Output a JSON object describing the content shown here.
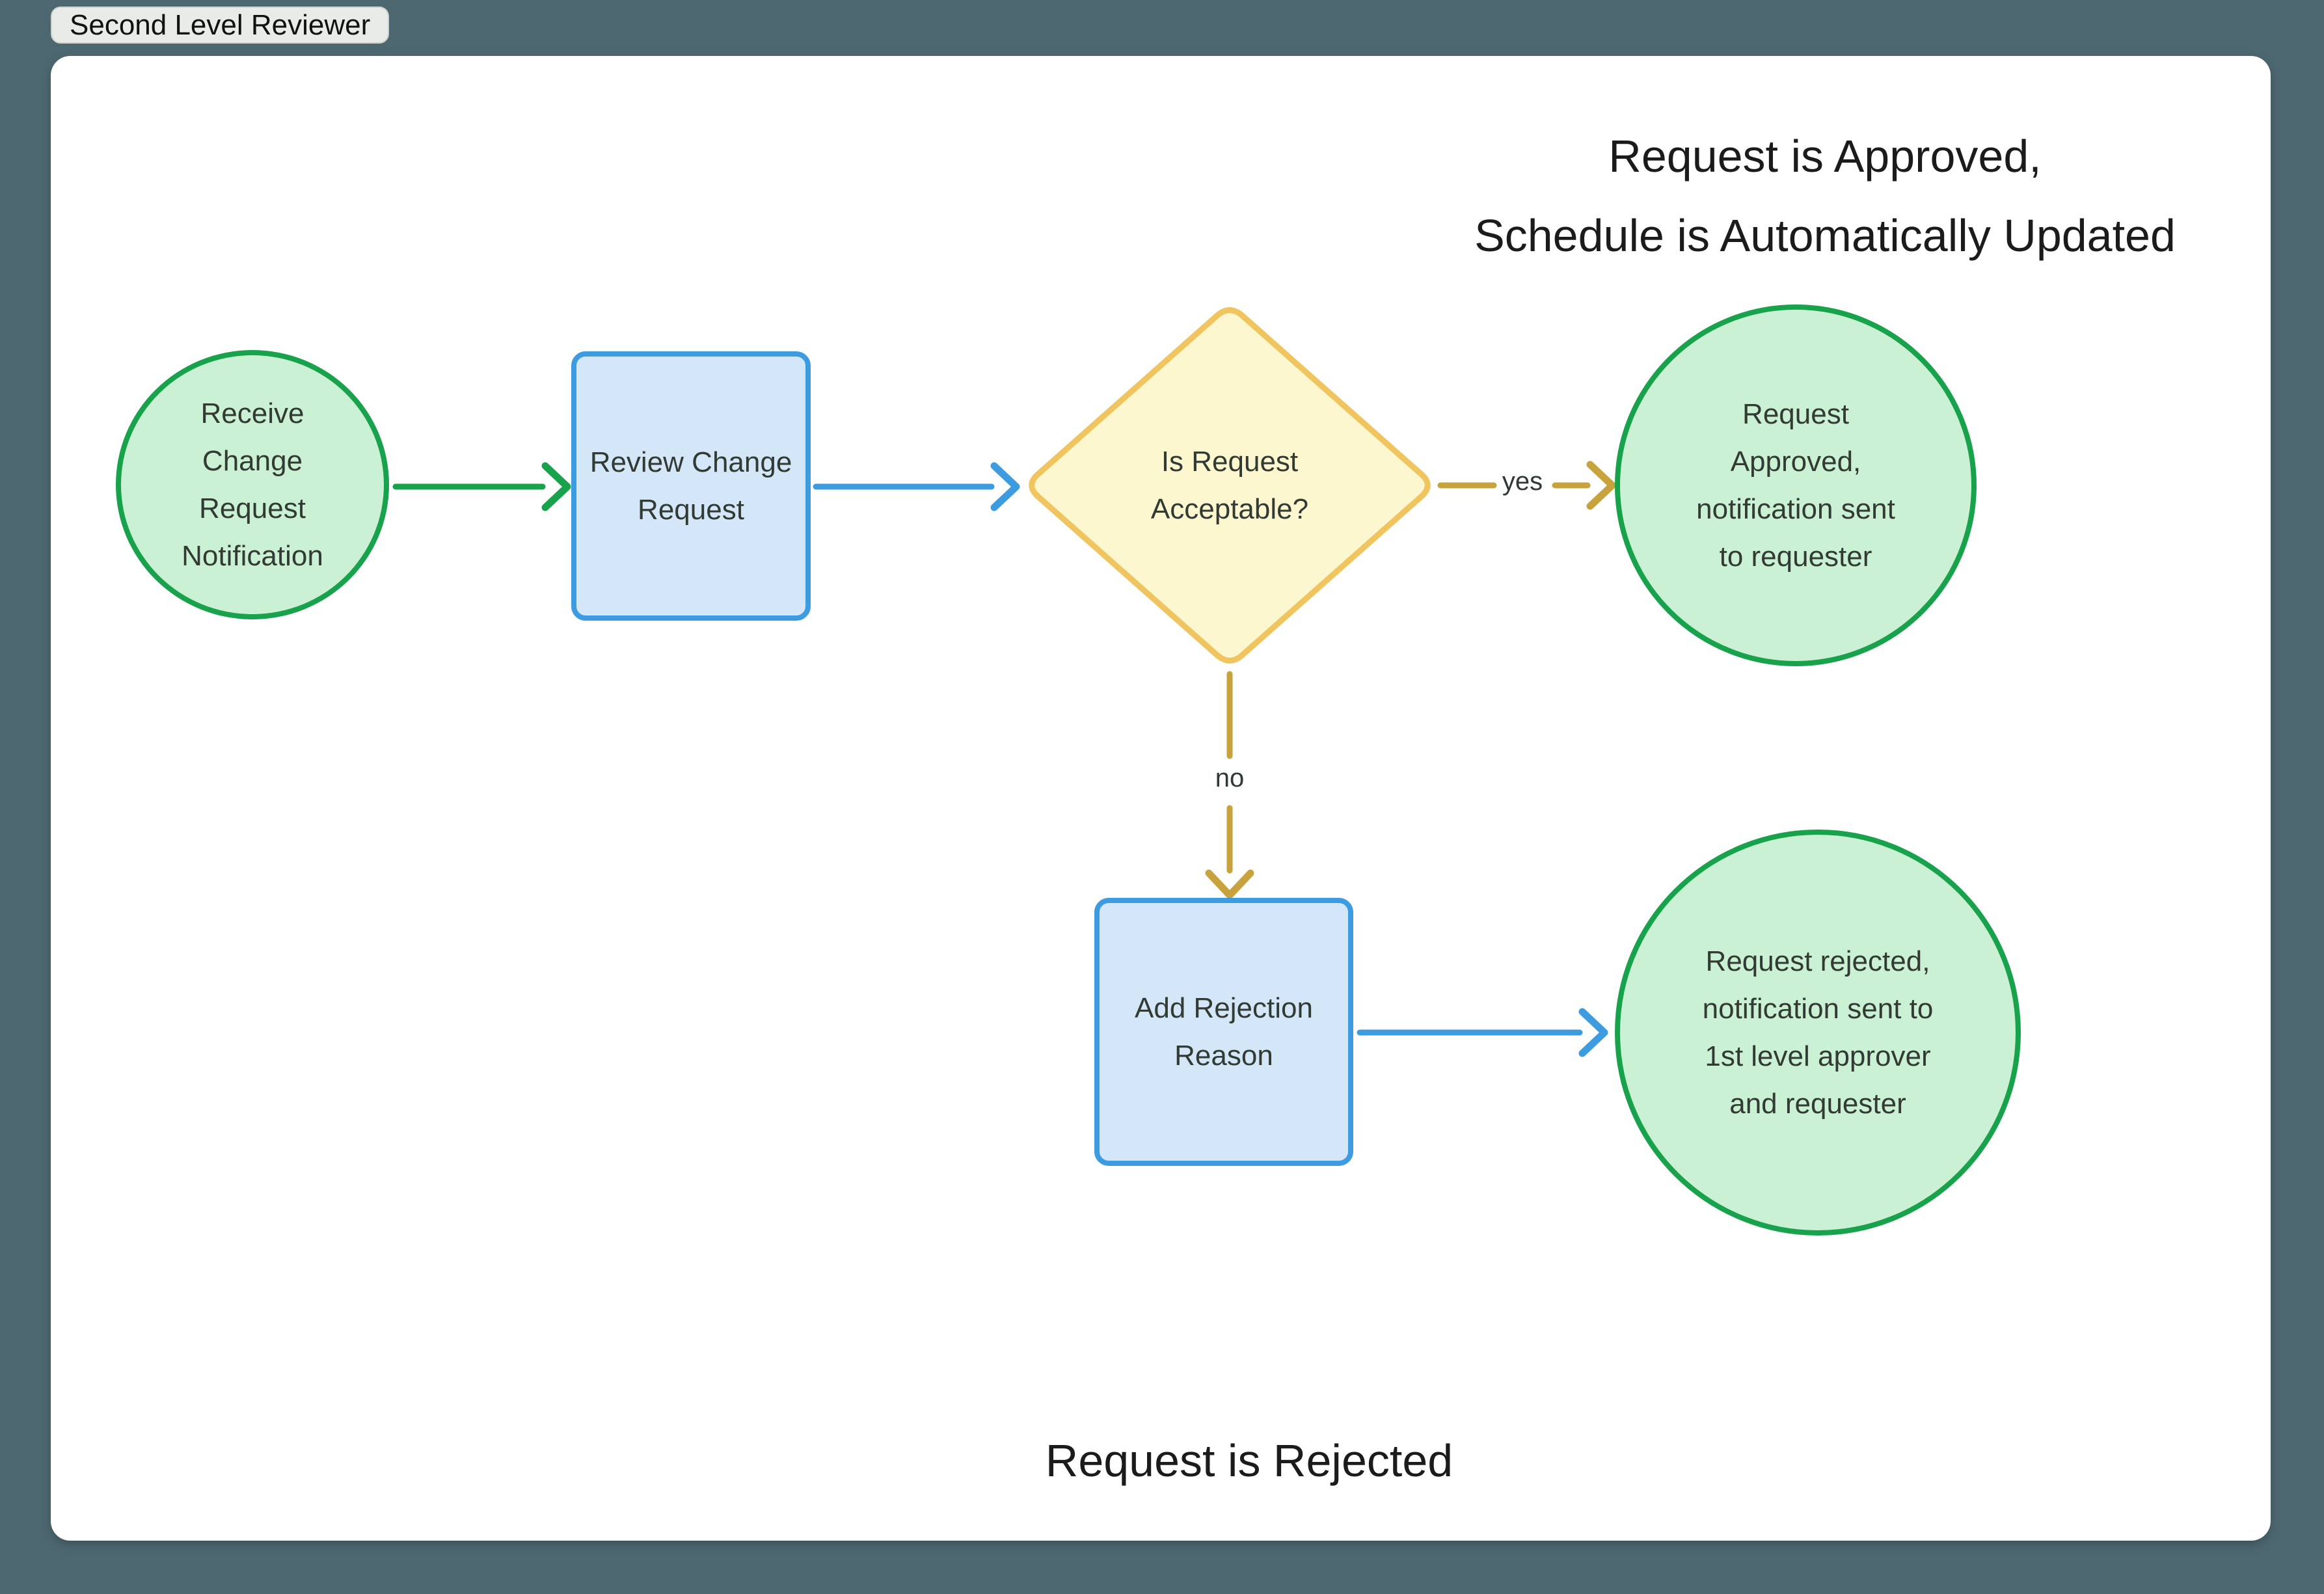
{
  "tag": {
    "label": "Second Level Reviewer"
  },
  "annotations": {
    "approved_outcome": "Request is Approved,\nSchedule is Automatically Updated",
    "rejected_outcome": "Request is Rejected"
  },
  "flowchart": {
    "receive": {
      "label": "Receive\nChange\nRequest\nNotification",
      "shape": "circle"
    },
    "review": {
      "label": "Review Change\nRequest",
      "shape": "rectangle"
    },
    "decision": {
      "label": "Is Request\nAcceptable?",
      "shape": "diamond"
    },
    "approved_end": {
      "label": "Request\nApproved,\nnotification sent\nto requester",
      "shape": "circle"
    },
    "add_rejection": {
      "label": "Add Rejection\nReason",
      "shape": "rectangle"
    },
    "rejected_end": {
      "label": "Request rejected,\nnotification sent to\n1st level approver\nand requester",
      "shape": "circle"
    },
    "edge_labels": {
      "yes": "yes",
      "no": "no"
    }
  },
  "colors": {
    "canvas_background": "#4d6770",
    "card_background": "#ffffff",
    "tag_background": "#e9ebe9",
    "start_end_fill": "#cbf1d4",
    "start_end_border": "#18a24b",
    "process_fill": "#d3e7f8",
    "process_border": "#3d9be0",
    "decision_fill": "#fcf7ce",
    "decision_border": "#f0c45f",
    "edge_green": "#18a24b",
    "edge_blue": "#3d9be0",
    "edge_gold": "#c8a23d",
    "node_text": "#323a34",
    "caption_text": "#1b1b1b"
  }
}
